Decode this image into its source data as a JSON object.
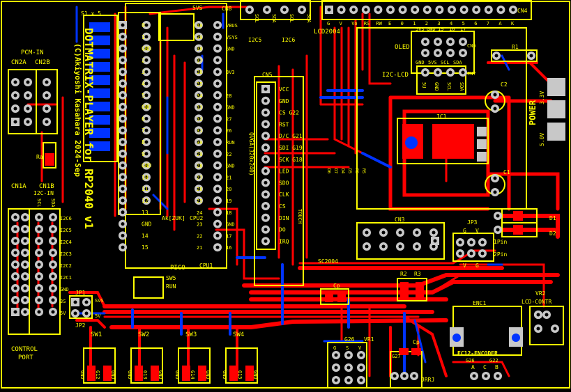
{
  "colors": {
    "background": "#000000",
    "silk": "#ffff00",
    "copper_top": "#ff0000",
    "copper_bottom": "#0033ff",
    "pad": "#c8c8c8",
    "hole": "#000000",
    "edge": "#ffff00"
  },
  "title_lines": [
    "DOTMATRIX-PLAYER for RP2040 v1",
    "(C)Akiyoshi Kasahara 2024-Sep"
  ],
  "power": {
    "label": "POWER",
    "v1": "3.3V",
    "v2": "5.0V"
  },
  "labels": {
    "pcm_in": "PCM-IN",
    "cn2a": "CN2A",
    "cn2b": "CN2B",
    "cn1a": "CN1A",
    "cn1b": "CN1B",
    "i2c_in": "I2C-IN",
    "scl": "SCL",
    "sda": "SDA",
    "control": "CONTROL",
    "port": "PORT",
    "jp1": "JP1",
    "jp2": "JP2",
    "ra": "Ra",
    "sw_labels": [
      "SW1",
      "SW2",
      "SW3",
      "SW4"
    ],
    "sw_pins": [
      [
        "GND",
        "G12",
        "GND"
      ],
      [
        "GND",
        "G13",
        "GND"
      ],
      [
        "GND",
        "G14",
        "GND"
      ],
      [
        "GND",
        "G15",
        "GND"
      ]
    ],
    "s1": "S1 x 5",
    "cn5": "CN5",
    "cn4": "CN4",
    "cn6": "CN6",
    "cn7": "CN7",
    "cn3": "CN3",
    "jp3": "JP3",
    "i2c5": "I2C5",
    "i2c6": "I2C6",
    "lcd2004": "LCD2004",
    "oled": "OLED",
    "i2c_lcd": "I2C-LCD",
    "ic1": "IC1",
    "c1": "C1",
    "c2": "C2",
    "r1": "R1",
    "r2": "R2",
    "r3": "R3",
    "d1": "D1",
    "d2": "D2",
    "vr1": "VR1",
    "vr2": "VR2",
    "lcd_contr": "LCD-CONTR",
    "enc1": "ENC1",
    "ec12": "EC12-ENCODER",
    "cp": "Cp",
    "pico": "PICO",
    "cpu1": "CPU1",
    "cpu2": "CPU2",
    "sw5": "SW5",
    "run": "RUN",
    "akizuki": "Ak[ZUK]",
    "sc2004": "SC2004",
    "qvga": "QVGA(320x240)",
    "touch": "TOUCH",
    "g26": "G26",
    "g27": "G27",
    "vr1_pins": [
      "G",
      "S",
      "V"
    ],
    "enc_pins": [
      "A",
      "C",
      "B"
    ],
    "enc_g": [
      "G26",
      "G22"
    ],
    "jp3_pins": [
      "G",
      "V"
    ],
    "pin1": "1Pin",
    "pin2": "2Pin",
    "jrr": "JRRJ",
    "sv5": "5VS",
    "cn4_pins": [
      "G",
      "V",
      "Vo",
      "RS",
      "RW",
      "E",
      "0",
      "1",
      "2",
      "3",
      "4",
      "5",
      "6",
      "7",
      "A",
      "K"
    ],
    "cn6_pins": [
      "5VS",
      "GND",
      "19",
      "16",
      "17"
    ],
    "oled_pins": [
      "GND",
      "5VS",
      "SCL",
      "SDA"
    ],
    "i2c_lcd_pins": [
      "5U",
      "GND",
      "SCL",
      "SDA"
    ],
    "cn5_pins": [
      "VCC",
      "GND",
      "CS G22",
      "RST",
      "D/C G21",
      "SDI G19",
      "SCK G18",
      "LED",
      "SDO",
      "CLK",
      "CS",
      "DIN",
      "DO",
      "IRQ"
    ],
    "cn8_pins": [
      "SCL",
      "SDA",
      "SCL",
      "SDA"
    ],
    "i2c_pins": [
      "I2C6",
      "I2C5",
      "I2C4",
      "I2C3",
      "I2C2",
      "I2C1",
      "GND",
      "3S",
      "5V"
    ],
    "pico_left": [
      "0",
      "1",
      "GND",
      "2",
      "3",
      "4",
      "5",
      "GND",
      "6",
      "7",
      "8",
      "9",
      "GND",
      "10",
      "11",
      "12",
      "13",
      "GND",
      "14",
      "15"
    ],
    "pico_left_num": [
      "1",
      "2",
      "3",
      "4",
      "5",
      "6",
      "7",
      "8",
      "9",
      "10",
      "11",
      "12",
      "13",
      "14",
      "15",
      "16",
      "17",
      "18",
      "19",
      "20"
    ],
    "pico_right": [
      "VBUS",
      "VSYS",
      "GND",
      "",
      "3V3",
      "",
      "28",
      "GND",
      "27",
      "26",
      "RUN",
      "22",
      "GND",
      "21",
      "20",
      "19",
      "18",
      "GND",
      "17",
      "16"
    ],
    "pico_right_num": [
      "40",
      "39",
      "38",
      "37",
      "36",
      "35",
      "34",
      "33",
      "32",
      "31",
      "30",
      "29",
      "28",
      "27",
      "26",
      "25",
      "24",
      "23",
      "22",
      "21"
    ],
    "pico_mid_right": [
      "28",
      "27",
      "26",
      "",
      "22",
      "21",
      "20",
      "19",
      "18",
      "",
      "17",
      "16"
    ],
    "misc_left_labels": [
      "SVS",
      "5V"
    ],
    "resistor_labels": [
      "D6",
      "D7",
      "D4",
      "D5",
      "RS",
      "RS"
    ]
  }
}
